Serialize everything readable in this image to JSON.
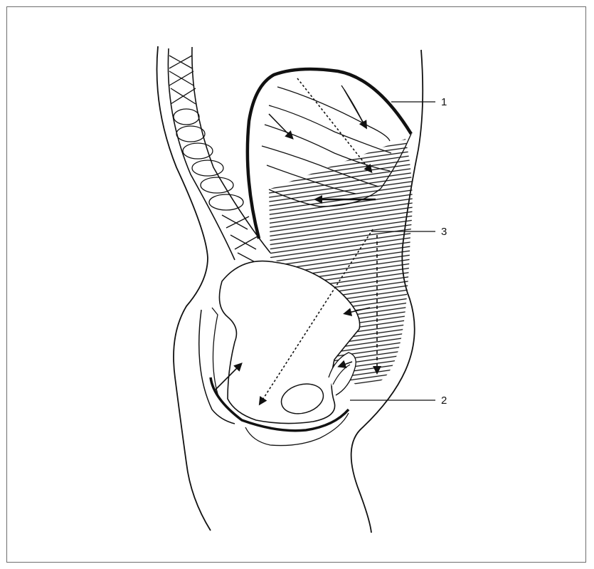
{
  "callouts": [
    {
      "label": "1"
    },
    {
      "label": "3"
    },
    {
      "label": "2"
    }
  ],
  "colors": {
    "stroke": "#111111",
    "frame": "#6d6d6d",
    "background": "#ffffff"
  },
  "arrow_directions": [
    "contraction-downward",
    "retraction-upward"
  ]
}
